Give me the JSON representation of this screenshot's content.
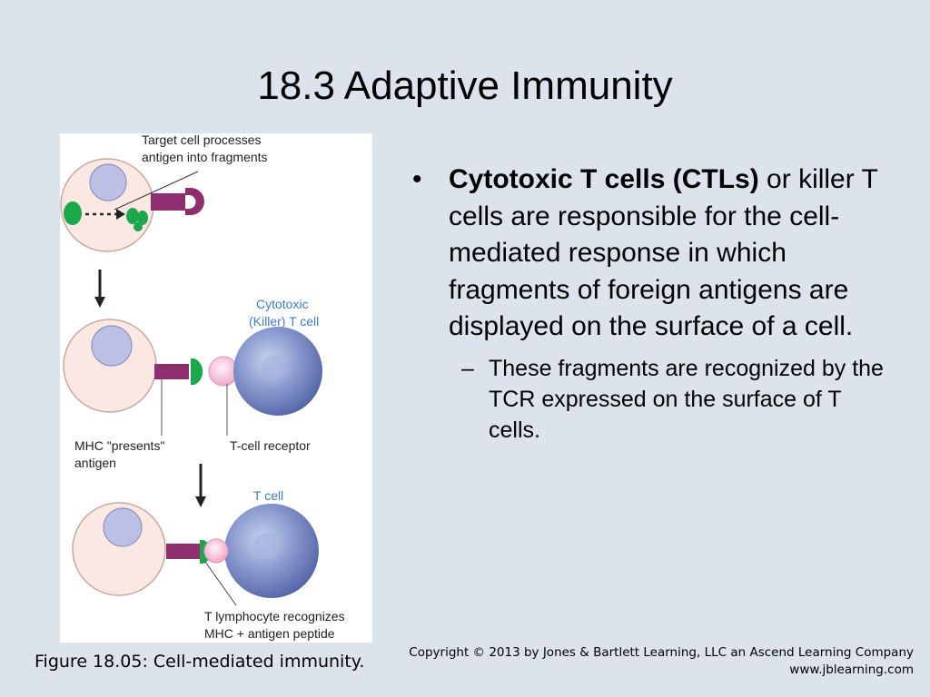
{
  "slide": {
    "title": "18.3  Adaptive Immunity",
    "figure_caption": "Figure 18.05: Cell-mediated immunity.",
    "copyright_line1": "Copyright © 2013 by Jones & Bartlett Learning, LLC an Ascend Learning Company",
    "copyright_line2": "www.jblearning.com"
  },
  "bullet": {
    "marker": "•",
    "bold": "Cytotoxic T cells (CTLs)",
    "rest": " or killer T cells are responsible for the cell-mediated response in which fragments of foreign antigens are displayed on the surface of a cell.",
    "sub_marker": "–",
    "sub_text": "These fragments are recognized by the TCR expressed on the surface of T cells."
  },
  "figure": {
    "label_target_1": "Target cell processes",
    "label_target_2": "antigen into fragments",
    "label_cytotoxic_1": "Cytotoxic",
    "label_cytotoxic_2": "(Killer) T cell",
    "label_mhc_1": "MHC \"presents\"",
    "label_mhc_2": "antigen",
    "label_tcr": "T-cell receptor",
    "label_tcell": "T cell",
    "label_recog_1": "T lymphocyte recognizes",
    "label_recog_2": "MHC + antigen peptide"
  },
  "colors": {
    "background": "#dce3ed",
    "cell_fill": "#fbe8e2",
    "nucleus_fill": "#bcc0e4",
    "mhc_purple": "#8e2e6e",
    "antigen_green": "#1aa84a",
    "label_blue": "#3f7cc1",
    "tcell_blue": "#7e8fc8"
  }
}
